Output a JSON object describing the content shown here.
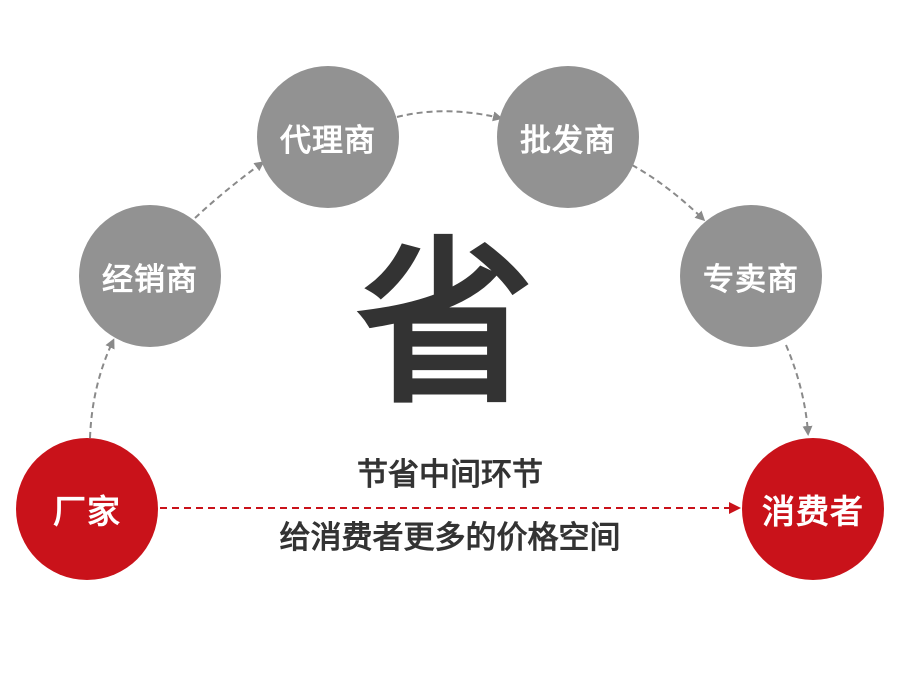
{
  "nodes": {
    "changjia": "厂家",
    "jingxiao": "经销商",
    "daili": "代理商",
    "pifa": "批发商",
    "zhuanmai": "专卖商",
    "xiaofei": "消费者"
  },
  "center": {
    "big_char": "省",
    "caption_line1": "节省中间环节",
    "caption_line2": "给消费者更多的价格空间"
  },
  "colors": {
    "gray_node": "#929292",
    "red_node": "#c9121a",
    "text_dark": "#333333",
    "dashed_gray": "#8a8a8a",
    "dashed_red": "#c9121a"
  }
}
